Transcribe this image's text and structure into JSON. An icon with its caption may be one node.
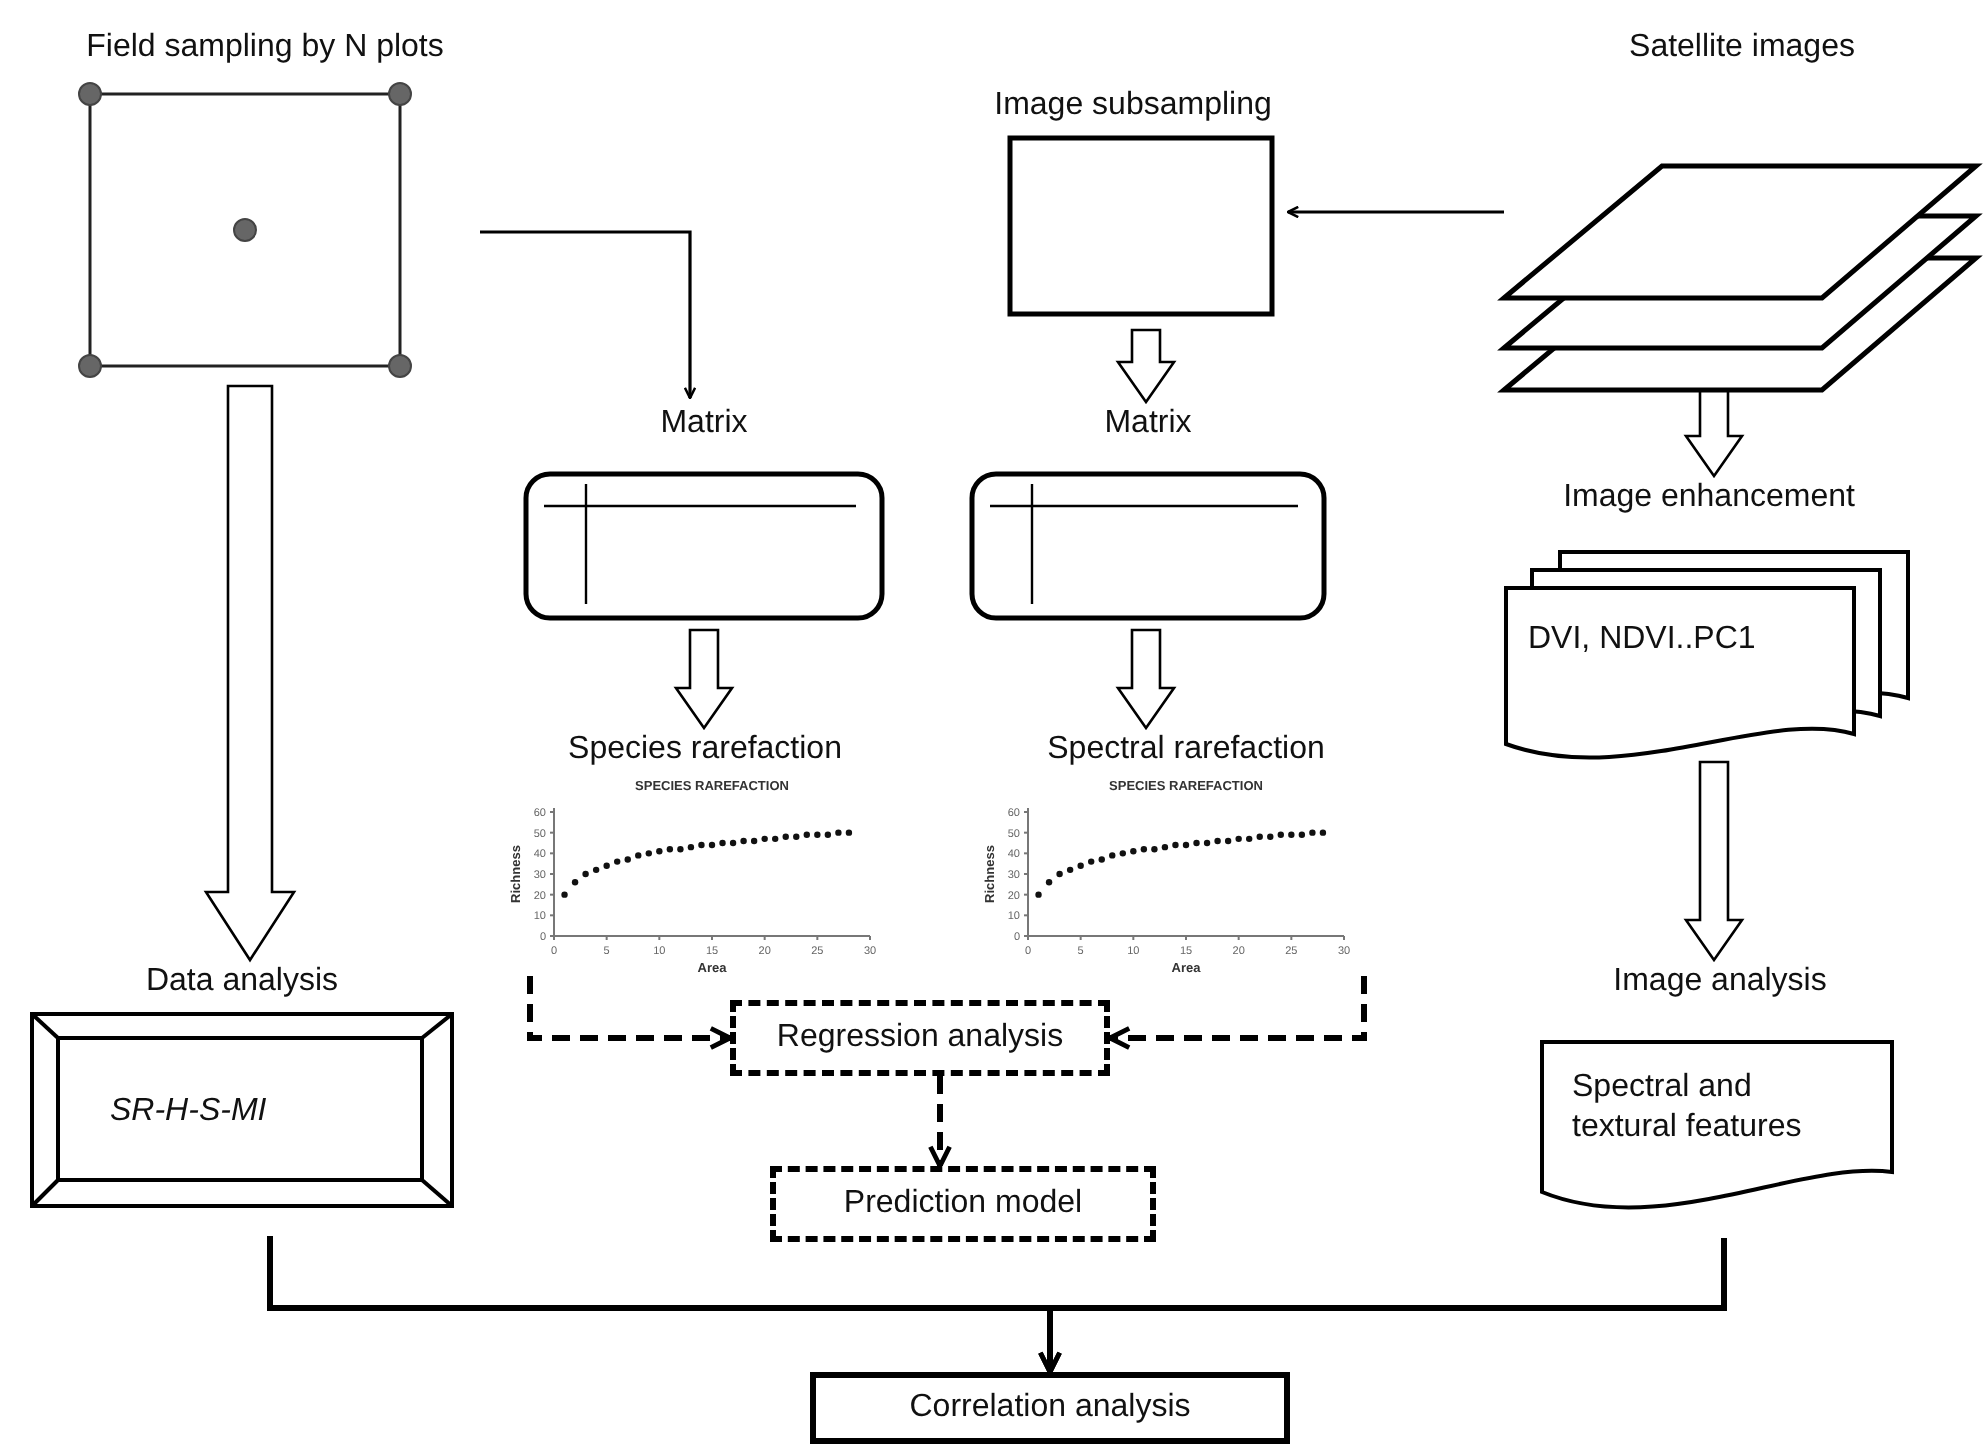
{
  "diagram": {
    "nodes": [
      {
        "text": [
          "Field sampling by N plots"
        ]
      },
      {
        "text": [
          "Image subsampling"
        ]
      },
      {
        "text": [
          "Satellite images"
        ]
      },
      {
        "text": [
          "Matrix"
        ]
      },
      {
        "text": [
          "Matrix"
        ]
      },
      {
        "text": [
          "Image enhancement",
          "DVI, NDVI..PC1"
        ]
      },
      {
        "text": [
          "Species rarefaction"
        ]
      },
      {
        "text": [
          "Spectral rarefaction"
        ]
      },
      {
        "text": [
          "Data analysis",
          "SR-H-S-MI"
        ]
      },
      {
        "text": [
          "Regression analysis"
        ]
      },
      {
        "text": [
          "Image analysis",
          "Spectral and textural features"
        ]
      },
      {
        "text": [
          "Prediction model"
        ]
      },
      {
        "text": [
          "Correlation analysis"
        ]
      }
    ],
    "edges": [
      {
        "from": 0,
        "to": 3,
        "arrow": "to"
      },
      {
        "from": 2,
        "to": 1,
        "arrow": "to"
      },
      {
        "from": 0,
        "to": 8,
        "arrow": "to",
        "style": "thick"
      },
      {
        "from": 1,
        "to": 4,
        "arrow": "to",
        "style": "thick"
      },
      {
        "from": 3,
        "to": 6,
        "arrow": "to",
        "style": "thick"
      },
      {
        "from": 4,
        "to": 7,
        "arrow": "to",
        "style": "thick"
      },
      {
        "from": 2,
        "to": 5,
        "arrow": "to",
        "style": "thick"
      },
      {
        "from": 5,
        "to": 10,
        "arrow": "to",
        "style": "thick"
      },
      {
        "from": 6,
        "to": 9,
        "arrow": "to",
        "style": "dashed"
      },
      {
        "from": 7,
        "to": 9,
        "arrow": "to",
        "style": "dashed"
      },
      {
        "from": 9,
        "to": 11,
        "arrow": "to",
        "style": "dashed"
      },
      {
        "from": 8,
        "to": 12,
        "arrow": "to"
      },
      {
        "from": 10,
        "to": 12,
        "arrow": "to"
      }
    ],
    "chart_data": [
      {
        "type": "scatter",
        "title": "SPECIES RAREFACTION",
        "xlabel": "Area",
        "ylabel": "Richness",
        "xlim": [
          0,
          30
        ],
        "ylim": [
          0,
          60
        ],
        "xticks": [
          0,
          5,
          10,
          15,
          20,
          25,
          30
        ],
        "yticks": [
          0,
          10,
          20,
          30,
          40,
          50,
          60
        ],
        "x": [
          1,
          2,
          3,
          4,
          5,
          6,
          7,
          8,
          9,
          10,
          11,
          12,
          13,
          14,
          15,
          16,
          17,
          18,
          19,
          20,
          21,
          22,
          23,
          24,
          25,
          26,
          27,
          28
        ],
        "series": [
          {
            "values": [
              20,
              26,
              30,
              32,
              34,
              36,
              37,
              39,
              40,
              41,
              42,
              42,
              43,
              44,
              44,
              45,
              45,
              46,
              46,
              47,
              47,
              48,
              48,
              49,
              49,
              49,
              50,
              50
            ]
          }
        ]
      },
      {
        "type": "scatter",
        "title": "SPECIES RAREFACTION",
        "xlabel": "Area",
        "ylabel": "Richness",
        "xlim": [
          0,
          30
        ],
        "ylim": [
          0,
          60
        ],
        "xticks": [
          0,
          5,
          10,
          15,
          20,
          25,
          30
        ],
        "yticks": [
          0,
          10,
          20,
          30,
          40,
          50,
          60
        ],
        "x": [
          1,
          2,
          3,
          4,
          5,
          6,
          7,
          8,
          9,
          10,
          11,
          12,
          13,
          14,
          15,
          16,
          17,
          18,
          19,
          20,
          21,
          22,
          23,
          24,
          25,
          26,
          27,
          28
        ],
        "series": [
          {
            "values": [
              20,
              26,
              30,
              32,
              34,
              36,
              37,
              39,
              40,
              41,
              42,
              42,
              43,
              44,
              44,
              45,
              45,
              46,
              46,
              47,
              47,
              48,
              48,
              49,
              49,
              49,
              50,
              50
            ]
          }
        ]
      }
    ]
  }
}
